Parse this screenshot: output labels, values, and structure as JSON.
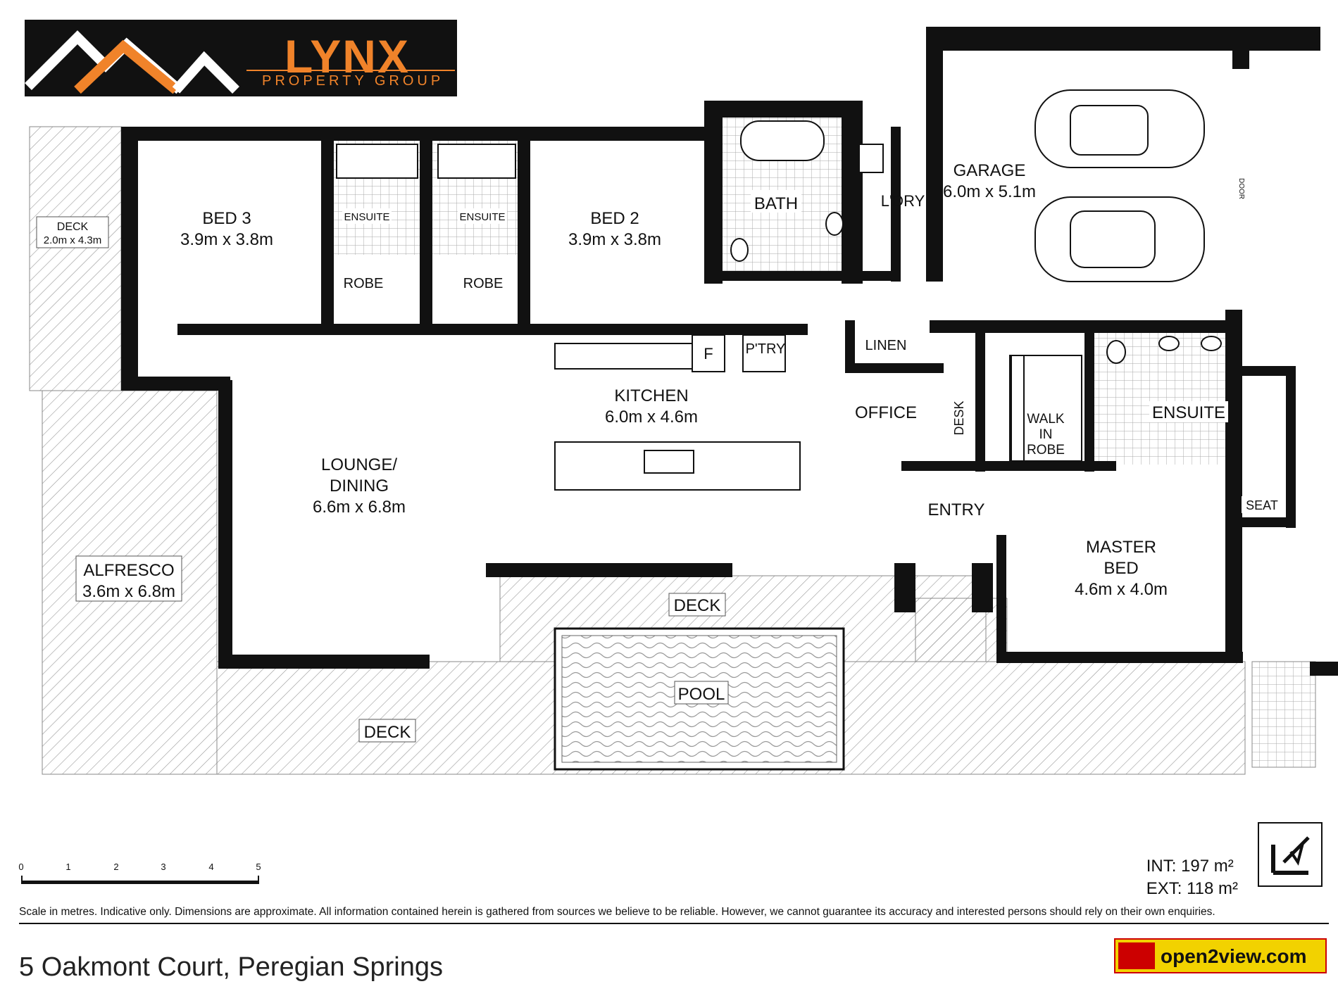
{
  "brand": {
    "name": "LYNX",
    "tagline": "PROPERTY GROUP"
  },
  "rooms": {
    "deck_small": {
      "name": "DECK",
      "dims": "2.0m x 4.3m"
    },
    "bed3": {
      "name": "BED 3",
      "dims": "3.9m x 3.8m"
    },
    "ensuite_left": "ENSUITE",
    "ensuite_right": "ENSUITE",
    "robe_left": "ROBE",
    "robe_right": "ROBE",
    "bed2": {
      "name": "BED 2",
      "dims": "3.9m x 3.8m"
    },
    "bath": "BATH",
    "laundry": "L'DRY",
    "garage": {
      "name": "GARAGE",
      "dims": "6.0m x 5.1m"
    },
    "garage_door": "DOOR",
    "fridge": "F",
    "pantry": "P'TRY",
    "linen": "LINEN",
    "kitchen": {
      "name": "KITCHEN",
      "dims": "6.0m x 4.6m"
    },
    "office": "OFFICE",
    "desk": "DESK",
    "walk_in_robe": [
      "WALK",
      "IN",
      "ROBE"
    ],
    "ensuite_master": "ENSUITE",
    "seat": "SEAT",
    "lounge": {
      "line1": "LOUNGE/",
      "line2": "DINING",
      "dims": "6.6m x 6.8m"
    },
    "entry": "ENTRY",
    "master": {
      "line1": "MASTER",
      "line2": "BED",
      "dims": "4.6m x 4.0m"
    },
    "alfresco": {
      "name": "ALFRESCO",
      "dims": "3.6m x 6.8m"
    },
    "deck_top": "DECK",
    "pool": "POOL",
    "deck_bottom": "DECK"
  },
  "scale": {
    "ticks": [
      "0",
      "1",
      "2",
      "3",
      "4",
      "5"
    ]
  },
  "areas": {
    "int": "INT: 197 m²",
    "ext": "EXT: 118 m²"
  },
  "disclaimer": "Scale in metres. Indicative only. Dimensions are approximate. All information contained herein is gathered from sources we believe to be reliable. However, we cannot guarantee its accuracy and interested persons should rely on their own enquiries.",
  "address": "5 Oakmont Court, Peregian Springs",
  "partner_logo": "open2view.com",
  "colors": {
    "wall": "#111111",
    "brand_orange": "#f0832a",
    "partner_yellow": "#f2d200",
    "partner_red": "#cc0000"
  }
}
